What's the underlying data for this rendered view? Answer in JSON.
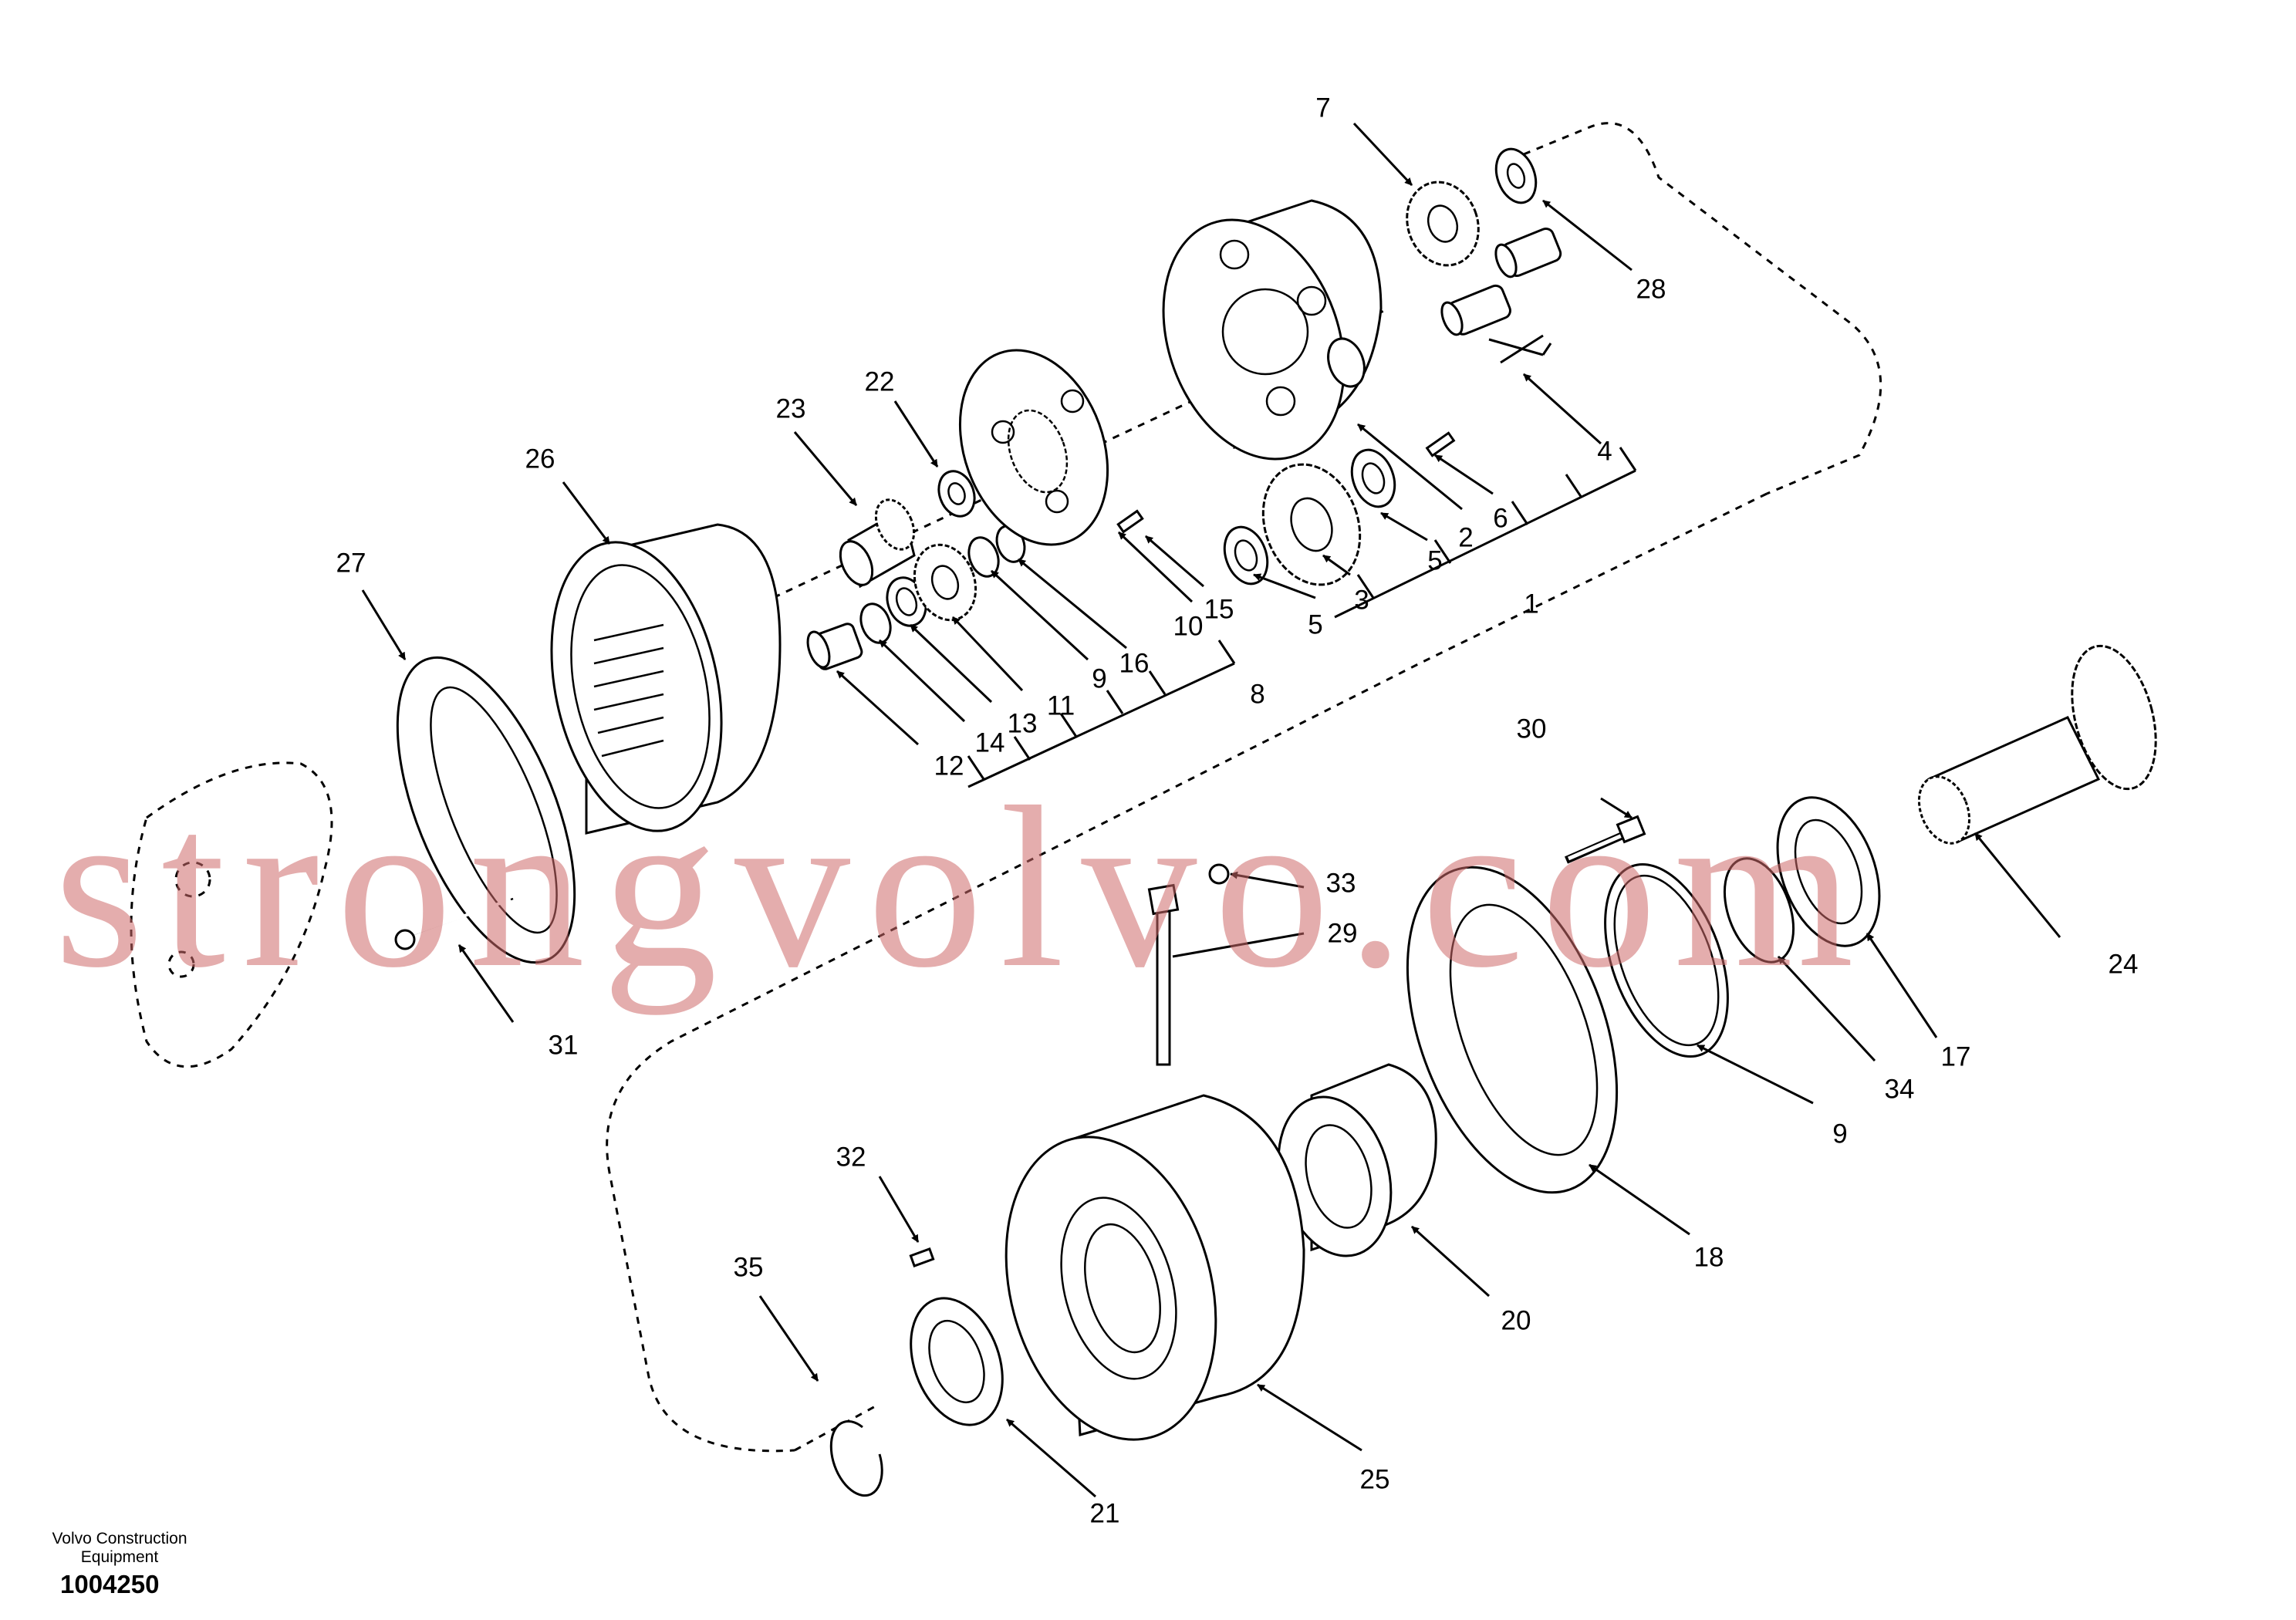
{
  "labels": {
    "p1": "1",
    "p2": "2",
    "p3": "3",
    "p4": "4",
    "p5a": "5",
    "p5b": "5",
    "p6": "6",
    "p7": "7",
    "p8": "8",
    "p9a": "9",
    "p9b": "9",
    "p10": "10",
    "p11": "11",
    "p12": "12",
    "p13": "13",
    "p14": "14",
    "p15": "15",
    "p16": "16",
    "p17": "17",
    "p18": "18",
    "p20": "20",
    "p21": "21",
    "p22": "22",
    "p23": "23",
    "p24": "24",
    "p25": "25",
    "p26": "26",
    "p27": "27",
    "p28": "28",
    "p29": "29",
    "p30": "30",
    "p31": "31",
    "p32": "32",
    "p33": "33",
    "p34": "34",
    "p35": "35"
  },
  "watermark": "strongvolvo.com",
  "maker": {
    "line1": "Volvo Construction",
    "line2": "Equipment"
  },
  "drawing_number": "1004250"
}
